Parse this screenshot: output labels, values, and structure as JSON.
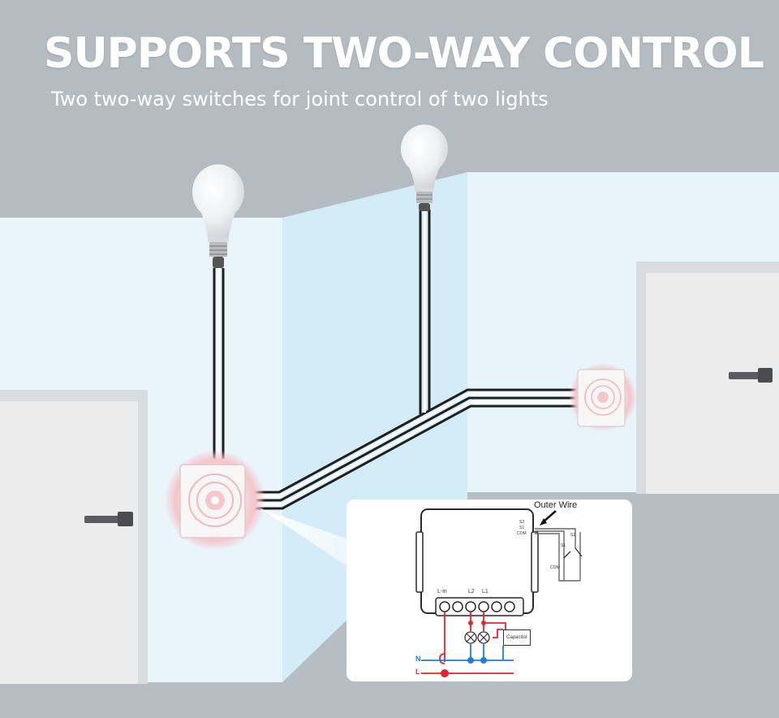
{
  "heading": {
    "title": "SUPPORTS TWO-WAY CONTROL",
    "subtitle": "Two two-way switches for joint control of two lights"
  },
  "diagram": {
    "outer_wire_label": "Outer Wire",
    "side_terminals": {
      "s2": "S2",
      "s1": "S1",
      "com": "COM"
    },
    "switch_labels": {
      "s1": "S1",
      "s2": "S2",
      "com": "COM"
    },
    "bottom_terminals": {
      "l_in": "L-in",
      "l2": "L2",
      "l1": "L1"
    },
    "capacitor_label": "Capacitor",
    "lines": {
      "neutral": "N",
      "live": "L"
    }
  },
  "colors": {
    "back_wall": "#b4bcc2",
    "left_wall": "#e9f5fb",
    "center_wall": "#d4ecf7",
    "right_wall": "#e7f4fa",
    "floor": "#b6bec4",
    "door": "#ececec",
    "wire": "#1f1f1f",
    "neutral_wire": "#1d7fd6",
    "live_wire": "#e4252e",
    "switch_glow": "#f4c6cc"
  },
  "icons": [
    "light-bulb-icon",
    "wall-switch-icon",
    "door-handle-icon",
    "capacitor-icon",
    "lamp-symbol-icon"
  ]
}
